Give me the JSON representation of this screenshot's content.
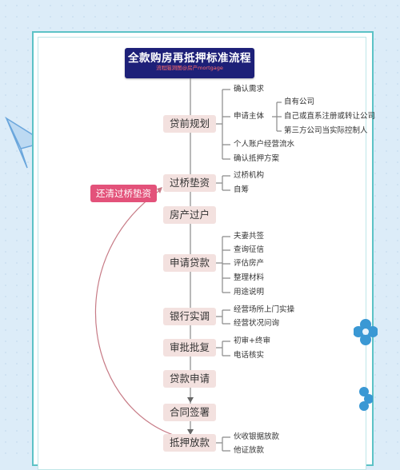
{
  "title": "全款购房再抵押标准流程",
  "subtitle": "流程脑洞图@房产mortgage",
  "loop_label": "还清过桥垫资",
  "colors": {
    "title_bg": "#1d2078",
    "node_bg": "#f3e1df",
    "loop_bg": "#e3527a",
    "frame": "#5cc2c6",
    "page_bg": "#dcecf8"
  },
  "steps": [
    {
      "label": "贷前规划",
      "children": [
        "确认需求",
        "申请主体",
        "个人账户经营流水",
        "确认抵押方案"
      ]
    },
    {
      "label": "过桥垫资",
      "children": [
        "过桥机构",
        "自筹"
      ]
    },
    {
      "label": "房产过户",
      "children": []
    },
    {
      "label": "申请贷款",
      "children": [
        "夫妻共签",
        "查询征信",
        "评估房产",
        "整理材料",
        "用途说明"
      ]
    },
    {
      "label": "银行实调",
      "children": [
        "经营场所上门实操",
        "经营状况问询"
      ]
    },
    {
      "label": "审批批复",
      "children": [
        "初审+终审",
        "电话核实"
      ]
    },
    {
      "label": "贷款申请",
      "children": []
    },
    {
      "label": "合同签署",
      "children": []
    },
    {
      "label": "抵押放款",
      "children": [
        "伙收银据放款",
        "他证放款"
      ]
    }
  ],
  "applicant_subtypes": [
    "自有公司",
    "自己或直系注册或转让公司",
    "第三方公司当实际控制人"
  ],
  "icons": [
    "paper-plane-icon",
    "flower-icon"
  ]
}
